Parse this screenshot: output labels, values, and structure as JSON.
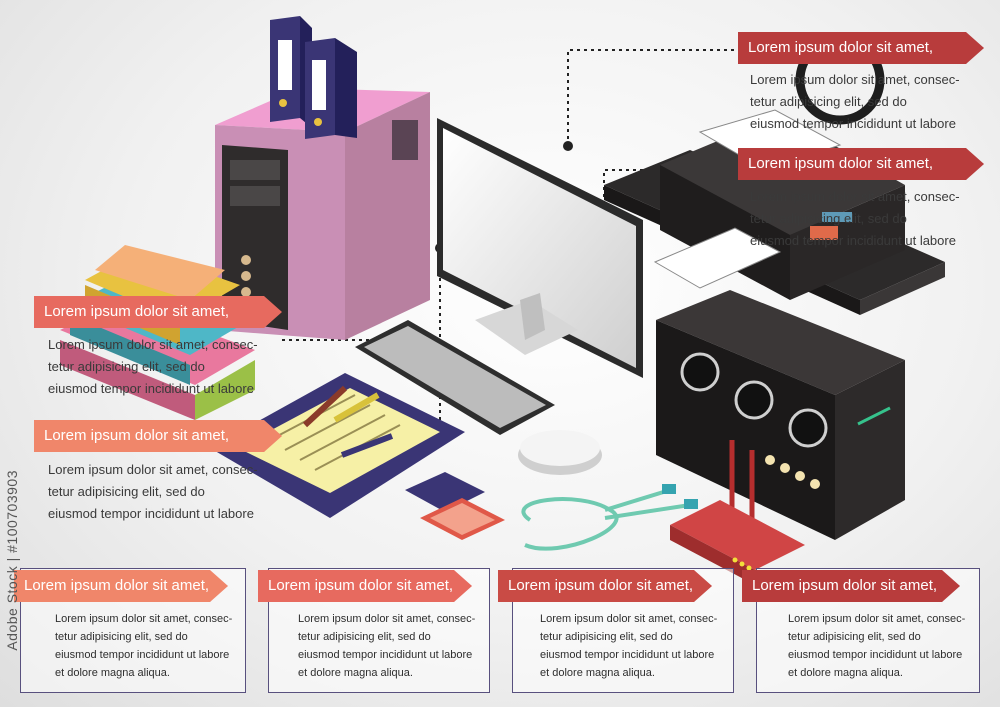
{
  "callouts": [
    {
      "title": "Lorem ipsum dolor sit amet,",
      "lines": [
        "Lorem ipsum dolor sit amet, consec-",
        "tetur adipisicing elit, sed do",
        "eiusmod tempor incididunt ut labore"
      ],
      "color": "#b83c3c"
    },
    {
      "title": "Lorem ipsum dolor sit amet,",
      "lines": [
        "Lorem ipsum dolor sit amet, consec-",
        "tetur adipisicing elit, sed do",
        "eiusmod tempor incididunt ut labore"
      ],
      "color": "#b83c3c"
    },
    {
      "title": "Lorem ipsum dolor sit amet,",
      "lines": [
        "Lorem ipsum dolor sit amet, consec-",
        "tetur adipisicing elit, sed do",
        "eiusmod tempor incididunt ut labore"
      ],
      "color": "#e76a5f"
    },
    {
      "title": "Lorem ipsum dolor sit amet,",
      "lines": [
        "Lorem ipsum dolor sit amet, consec-",
        "tetur adipisicing elit, sed do",
        "eiusmod tempor incididunt ut labore"
      ],
      "color": "#f0866a"
    }
  ],
  "boxes": [
    {
      "title": "Lorem ipsum dolor sit amet,",
      "lines": [
        "Lorem ipsum dolor sit amet, consec-",
        "tetur adipisicing elit, sed do",
        "eiusmod tempor incididunt ut labore",
        "et dolore magna aliqua."
      ],
      "color": "#f0866a"
    },
    {
      "title": "Lorem ipsum dolor sit amet,",
      "lines": [
        "Lorem ipsum dolor sit amet, consec-",
        "tetur adipisicing elit, sed do",
        "eiusmod tempor incididunt ut labore",
        "et dolore magna aliqua."
      ],
      "color": "#e76a5f"
    },
    {
      "title": "Lorem ipsum dolor sit amet,",
      "lines": [
        "Lorem ipsum dolor sit amet, consec-",
        "tetur adipisicing elit, sed do",
        "eiusmod tempor incididunt ut labore",
        "et dolore magna aliqua."
      ],
      "color": "#c94b45"
    },
    {
      "title": "Lorem ipsum dolor sit amet,",
      "lines": [
        "Lorem ipsum dolor sit amet, consec-",
        "tetur adipisicing elit, sed do",
        "eiusmod tempor incididunt ut labore",
        "et dolore magna aliqua."
      ],
      "color": "#b83c3c"
    }
  ],
  "watermark": "Adobe Stock | #100703903"
}
